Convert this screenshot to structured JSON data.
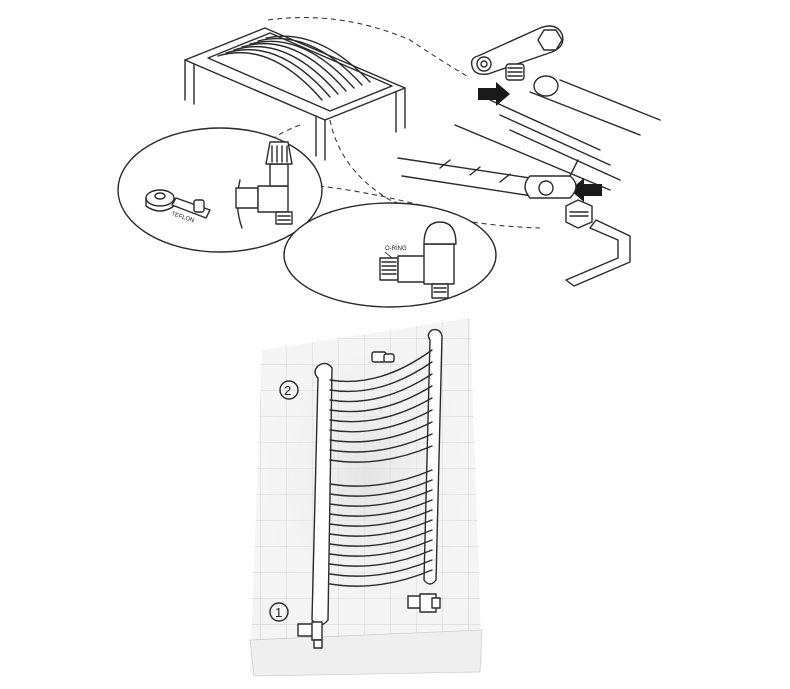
{
  "labels": {
    "teflon": "TEFLON",
    "o_ring": "O-RING",
    "step_one": "1",
    "step_two": "2"
  },
  "colors": {
    "ink": "#2b2b2b",
    "wall_tile": "#cfcfcf",
    "wall_shade": "#e6e6e6",
    "arrow": "#1a1a1a"
  },
  "icons": {
    "spanner": "spanner-icon",
    "allen_key": "allen-key-icon",
    "valve": "valve-icon",
    "adapter": "adapter-fitting-icon",
    "teflon_tape": "teflon-tape-icon"
  }
}
